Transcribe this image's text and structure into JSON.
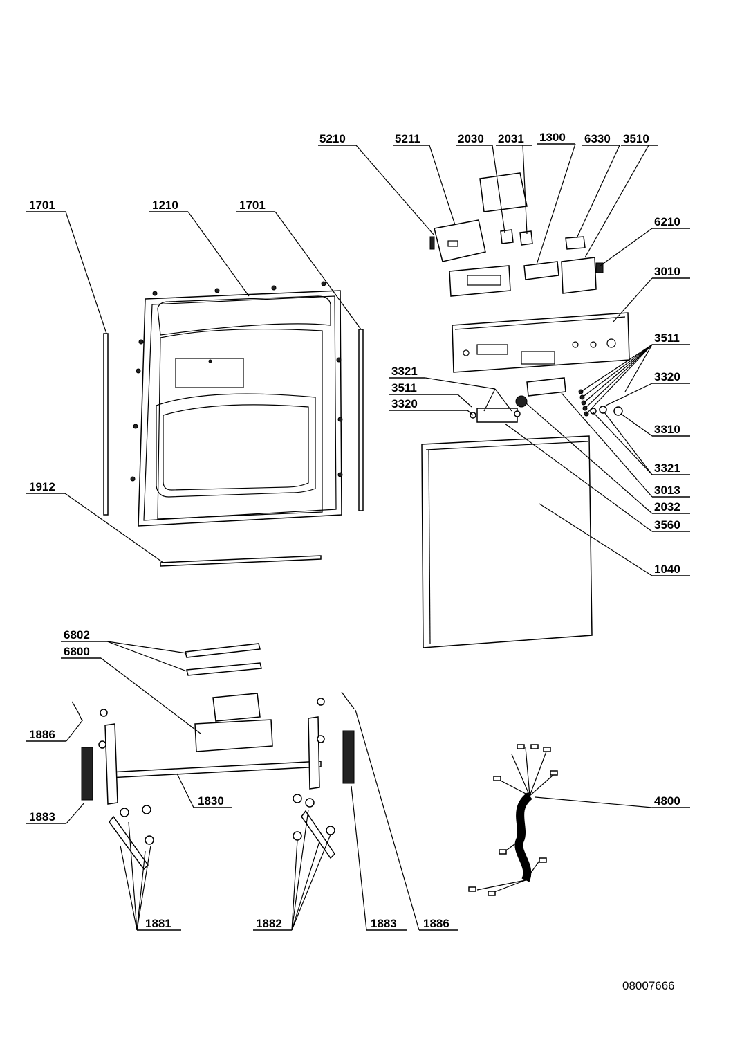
{
  "drawing_code": "08007666",
  "labels": {
    "l5210": "5210",
    "l5211": "5211",
    "l2030": "2030",
    "l2031": "2031",
    "l1300": "1300",
    "l6330": "6330",
    "l3510": "3510",
    "l6210": "6210",
    "l3010": "3010",
    "l3511r": "3511",
    "l3320r": "3320",
    "l3310": "3310",
    "l3321r": "3321",
    "l3013": "3013",
    "l2032": "2032",
    "l3560": "3560",
    "l1040": "1040",
    "l3321l": "3321",
    "l3511l": "3511",
    "l3320l": "3320",
    "l1701a": "1701",
    "l1210": "1210",
    "l1701b": "1701",
    "l1912": "1912",
    "l6802": "6802",
    "l6800": "6800",
    "l1886a": "1886",
    "l1883a": "1883",
    "l1830": "1830",
    "l4800": "4800",
    "l1881": "1881",
    "l1882": "1882",
    "l1883b": "1883",
    "l1886b": "1886"
  }
}
